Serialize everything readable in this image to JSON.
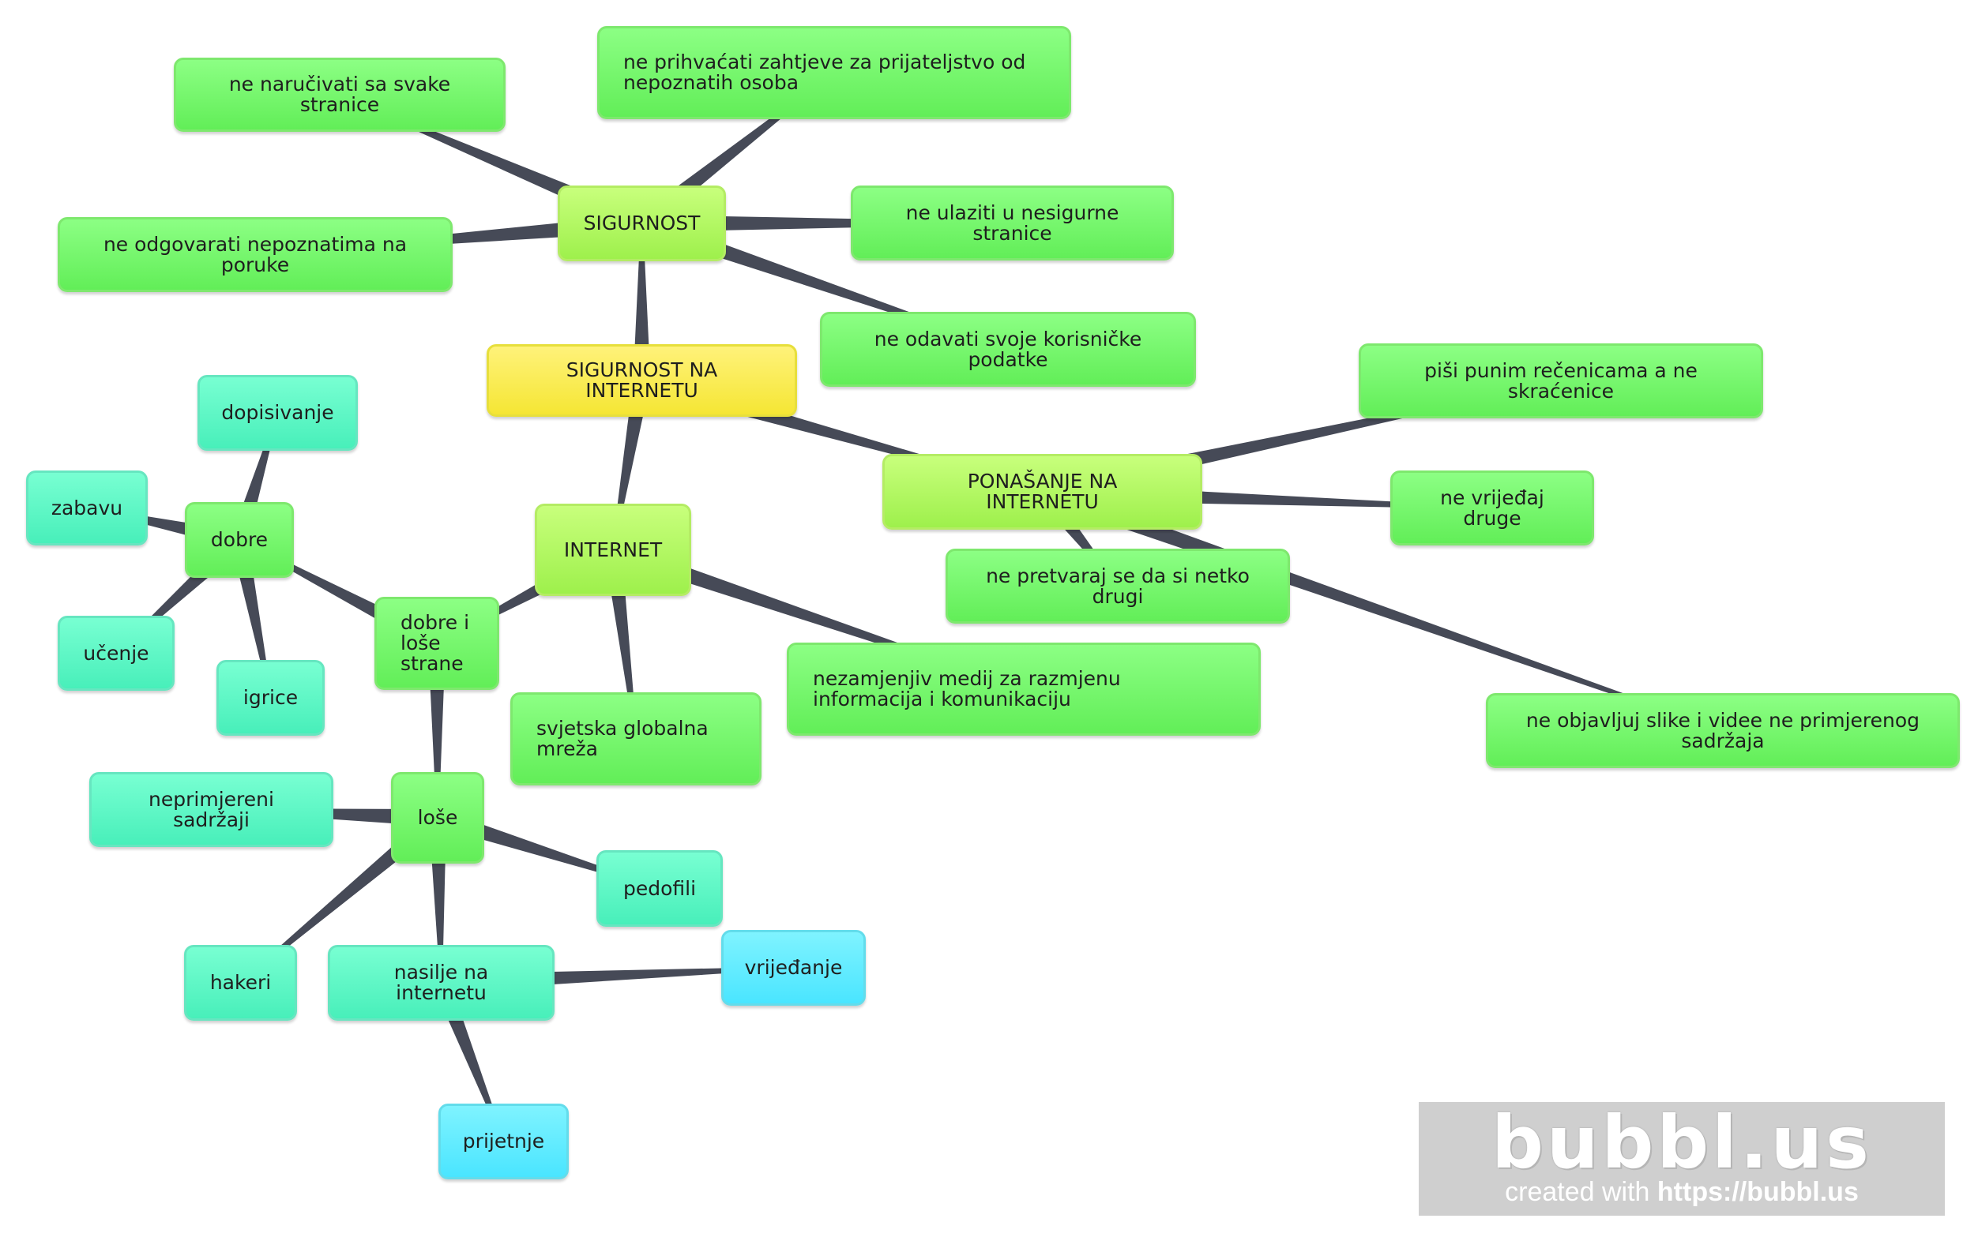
{
  "nodes": [
    {
      "id": "root",
      "label": "SIGURNOST NA INTERNETU",
      "style": "root"
    },
    {
      "id": "sig",
      "label": "SIGURNOST",
      "style": "lime"
    },
    {
      "id": "pon",
      "label": "PONAŠANJE NA INTERNETU",
      "style": "lime"
    },
    {
      "id": "int",
      "label": "INTERNET",
      "style": "lime"
    },
    {
      "id": "s1",
      "label": "ne naručivati sa svake stranice",
      "style": "green"
    },
    {
      "id": "s2",
      "label": "ne prihvaćati zahtjeve za prijateljstvo od nepoznatih osoba",
      "style": "green"
    },
    {
      "id": "s3",
      "label": "ne odgovarati nepoznatima na poruke",
      "style": "green"
    },
    {
      "id": "s4",
      "label": "ne ulaziti u nesigurne stranice",
      "style": "green"
    },
    {
      "id": "s5",
      "label": "ne odavati svoje korisničke podatke",
      "style": "green"
    },
    {
      "id": "p1",
      "label": "piši punim rečenicama a ne skraćenice",
      "style": "green"
    },
    {
      "id": "p2",
      "label": "ne vrijeđaj druge",
      "style": "green"
    },
    {
      "id": "p3",
      "label": "ne pretvaraj se da si netko drugi",
      "style": "green"
    },
    {
      "id": "p4",
      "label": "ne objavljuj slike i videe ne primjerenog sadržaja",
      "style": "green"
    },
    {
      "id": "i1",
      "label": "nezamjenjiv medij za razmjenu informacija i komunikaciju",
      "style": "green"
    },
    {
      "id": "i2",
      "label": "svjetska globalna mreža",
      "style": "green"
    },
    {
      "id": "i3",
      "label": "dobre i loše strane",
      "style": "green"
    },
    {
      "id": "d",
      "label": "dobre",
      "style": "green"
    },
    {
      "id": "l",
      "label": "loše",
      "style": "green"
    },
    {
      "id": "d1",
      "label": "dopisivanje",
      "style": "mint"
    },
    {
      "id": "d2",
      "label": "zabavu",
      "style": "mint"
    },
    {
      "id": "d3",
      "label": "učenje",
      "style": "mint"
    },
    {
      "id": "d4",
      "label": "igrice",
      "style": "mint"
    },
    {
      "id": "l1",
      "label": "neprimjereni sadržaji",
      "style": "mint"
    },
    {
      "id": "l2",
      "label": "pedofili",
      "style": "mint"
    },
    {
      "id": "l3",
      "label": "hakeri",
      "style": "mint"
    },
    {
      "id": "l4",
      "label": "nasilje na internetu",
      "style": "mint"
    },
    {
      "id": "n1",
      "label": "vrijeđanje",
      "style": "cyan"
    },
    {
      "id": "n2",
      "label": "prijetnje",
      "style": "cyan"
    }
  ],
  "edges": [
    [
      "root",
      "sig"
    ],
    [
      "root",
      "pon"
    ],
    [
      "root",
      "int"
    ],
    [
      "sig",
      "s1"
    ],
    [
      "sig",
      "s2"
    ],
    [
      "sig",
      "s3"
    ],
    [
      "sig",
      "s4"
    ],
    [
      "sig",
      "s5"
    ],
    [
      "pon",
      "p1"
    ],
    [
      "pon",
      "p2"
    ],
    [
      "pon",
      "p3"
    ],
    [
      "pon",
      "p4"
    ],
    [
      "int",
      "i1"
    ],
    [
      "int",
      "i2"
    ],
    [
      "int",
      "i3"
    ],
    [
      "i3",
      "d"
    ],
    [
      "i3",
      "l"
    ],
    [
      "d",
      "d1"
    ],
    [
      "d",
      "d2"
    ],
    [
      "d",
      "d3"
    ],
    [
      "d",
      "d4"
    ],
    [
      "l",
      "l1"
    ],
    [
      "l",
      "l2"
    ],
    [
      "l",
      "l3"
    ],
    [
      "l",
      "l4"
    ],
    [
      "l4",
      "n1"
    ],
    [
      "l4",
      "n2"
    ]
  ],
  "watermark": {
    "logo": "bubbl.us",
    "tagline_prefix": "created with ",
    "tagline_link": "https://bubbl.us"
  }
}
